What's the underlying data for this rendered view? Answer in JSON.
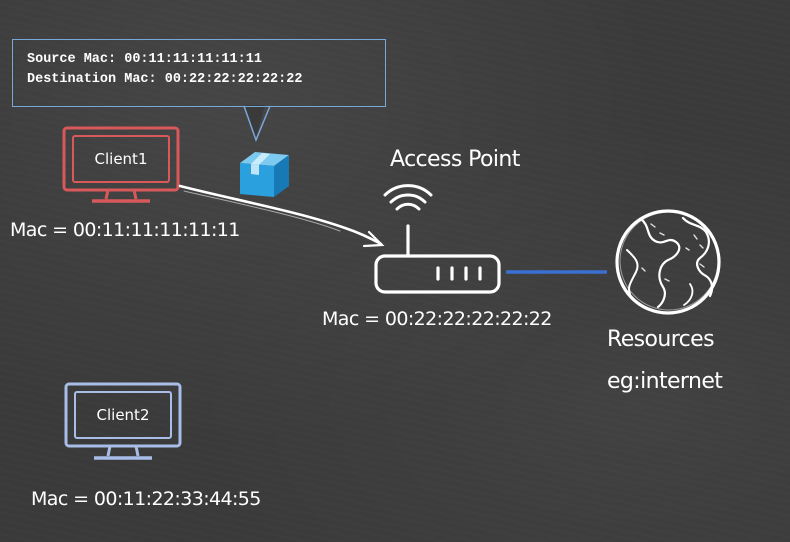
{
  "packet": {
    "source_line": "Source Mac: 00:11:11:11:11:11",
    "destination_line": "Destination Mac: 00:22:22:22:22:22"
  },
  "client1": {
    "name": "Client1",
    "mac_label": "Mac = 00:11:11:11:11:11",
    "color": "#d9595a"
  },
  "client2": {
    "name": "Client2",
    "mac_label": "Mac = 00:11:22:33:44:55",
    "color": "#a8bde8"
  },
  "access_point": {
    "title": "Access Point",
    "mac_label": "Mac = 00:22:22:22:22:22"
  },
  "resources": {
    "title": "Resources",
    "subtitle": "eg:internet"
  },
  "colors": {
    "background": "#3a3a3a",
    "link": "#3b6fd1",
    "callout_border": "#7aa7da",
    "packet_box": "#2aa0de"
  },
  "icons": [
    "monitor-icon",
    "package-icon",
    "router-icon",
    "wifi-icon",
    "globe-icon"
  ]
}
